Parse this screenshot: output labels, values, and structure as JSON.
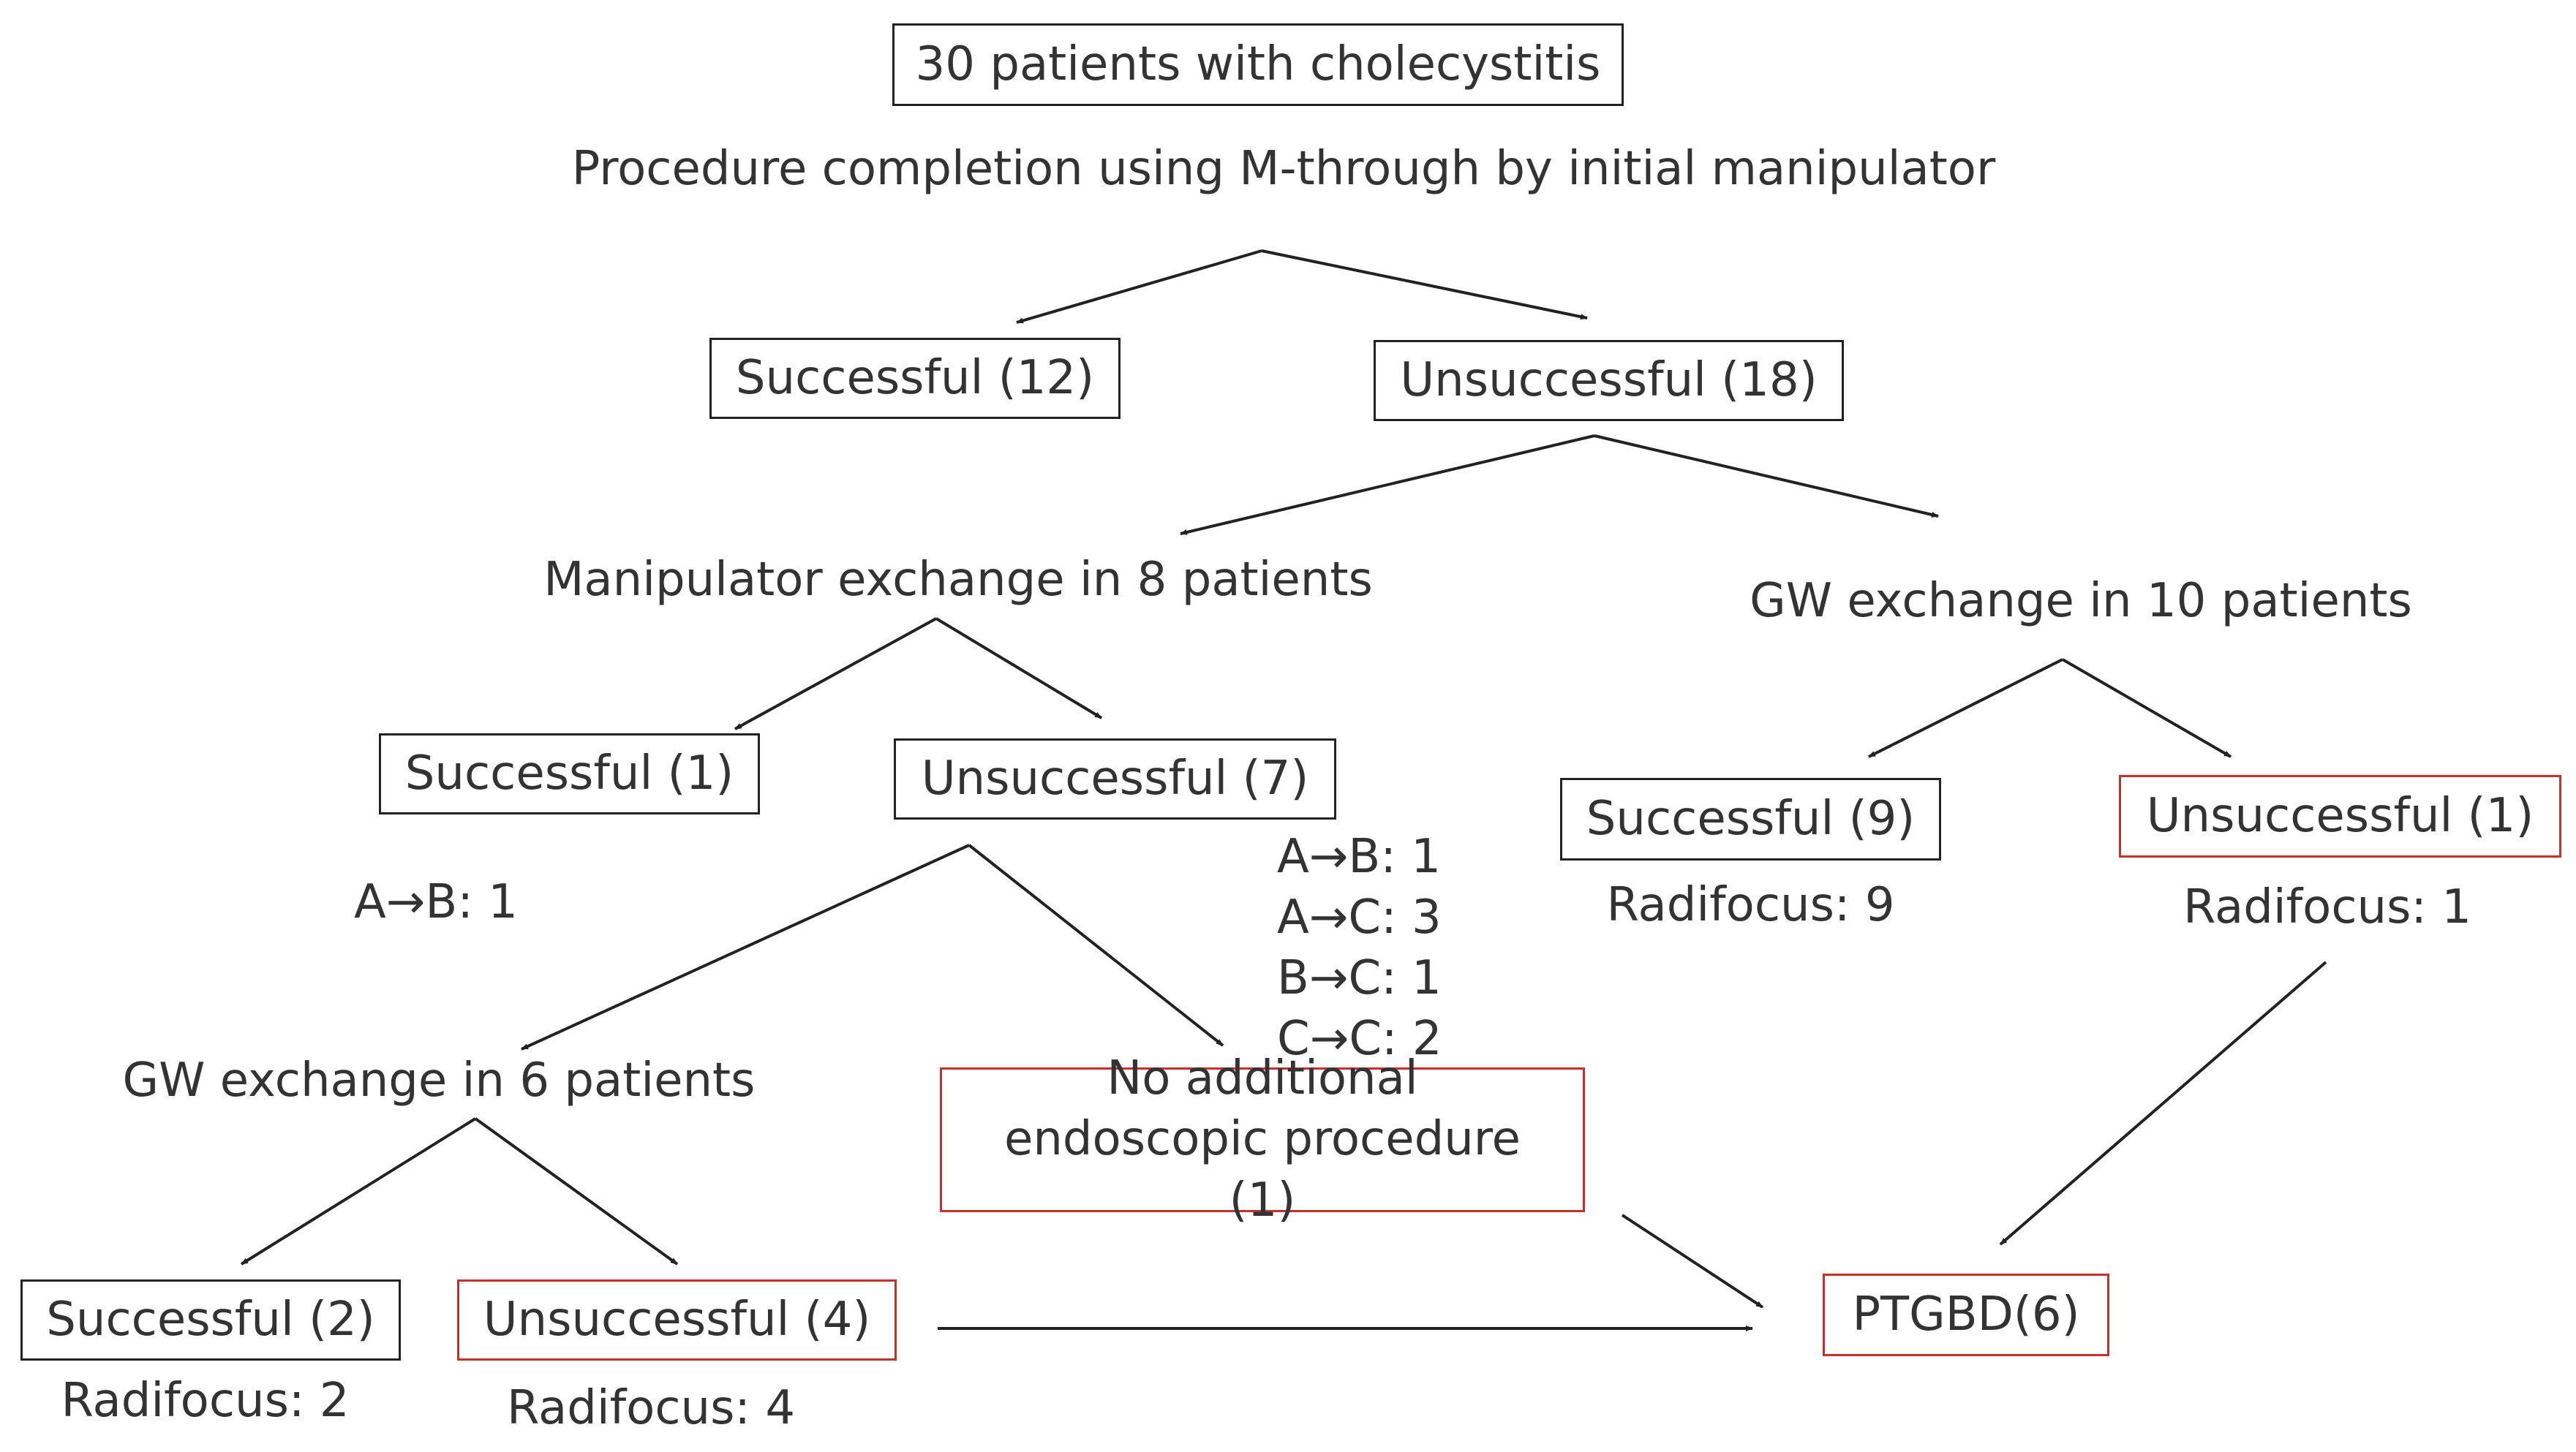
{
  "root": "30 patients with cholecystitis",
  "step1": "Procedure completion using M-through by initial manipulator",
  "initial_successful": "Successful (12)",
  "initial_unsuccessful": "Unsuccessful (18)",
  "manip_exchange": "Manipulator exchange in 8 patients",
  "gw_exchange_10": "GW exchange in 10 patients",
  "manip_successful": "Successful (1)",
  "manip_unsuccessful": "Unsuccessful (7)",
  "manip_success_detail": "A→B: 1",
  "manip_unsuccessful_details": [
    "A→B: 1",
    "A→C: 3",
    "B→C: 1",
    "C→C: 2"
  ],
  "gw10_successful": "Successful (9)",
  "gw10_unsuccessful": "Unsuccessful (1)",
  "gw10_successful_detail": "Radifocus: 9",
  "gw10_unsuccessful_detail": "Radifocus: 1",
  "gw_exchange_6": "GW exchange in 6 patients",
  "no_additional": "No additional endoscopic procedure (1)",
  "gw6_successful": "Successful (2)",
  "gw6_unsuccessful": "Unsuccessful (4)",
  "gw6_successful_detail": "Radifocus: 2",
  "gw6_unsuccessful_detail": "Radifocus: 4",
  "ptgbd": "PTGBD(6)",
  "colors": {
    "border_default": "#222222",
    "border_highlight": "#c8302f",
    "text": "#333333"
  }
}
